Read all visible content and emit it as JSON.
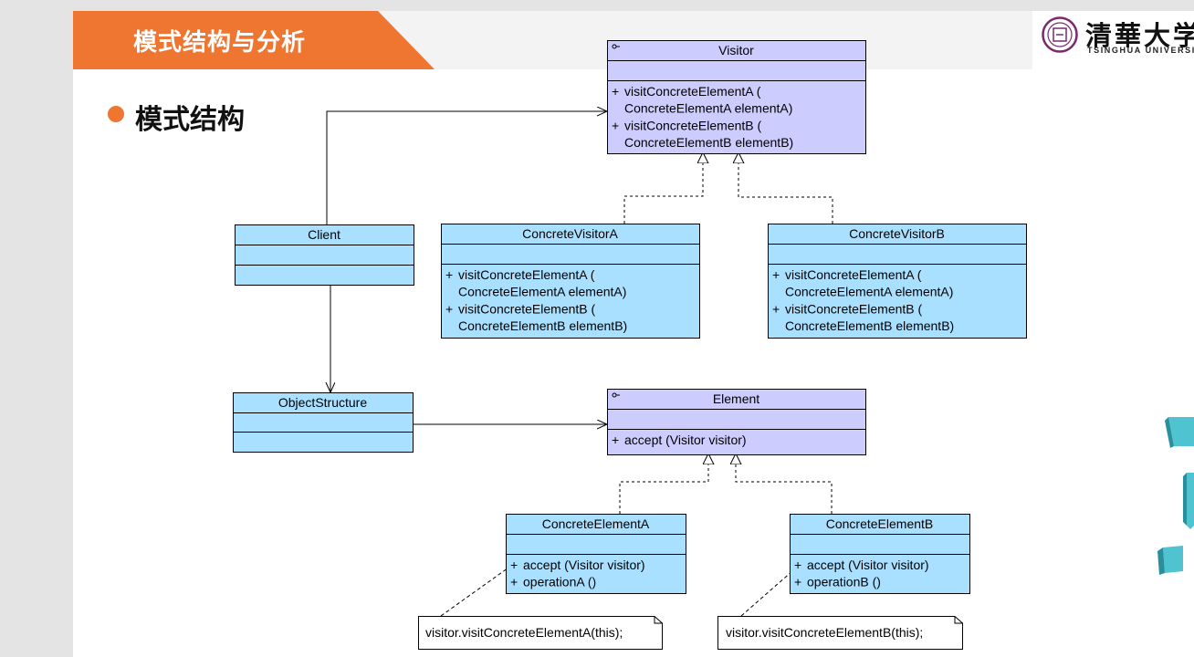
{
  "slide": {
    "title": "模式结构与分析",
    "bullet": "模式结构"
  },
  "logo": {
    "chinese": "清華大学出",
    "english": "TSINGHUA UNIVERSITY"
  },
  "colors": {
    "accent": "#ee7631",
    "abstract_class_fill": "#ccccff",
    "concrete_class_fill": "#aae0ff",
    "note_fill": "#ffffff",
    "teal_decoration": "#4fc3cf"
  },
  "diagram": {
    "classes": {
      "visitor": {
        "name": "Visitor",
        "abstract": true,
        "operations": [
          {
            "vis": "+",
            "lines": [
              "visitConcreteElementA (",
              "ConcreteElementA elementA)"
            ]
          },
          {
            "vis": "+",
            "lines": [
              "visitConcreteElementB (",
              "ConcreteElementB elementB)"
            ]
          }
        ]
      },
      "client": {
        "name": "Client",
        "abstract": false,
        "operations": []
      },
      "concrete_visitor_a": {
        "name": "ConcreteVisitorA",
        "abstract": false,
        "operations": [
          {
            "vis": "+",
            "lines": [
              "visitConcreteElementA (",
              "ConcreteElementA elementA)"
            ]
          },
          {
            "vis": "+",
            "lines": [
              "visitConcreteElementB (",
              "ConcreteElementB elementB)"
            ]
          }
        ]
      },
      "concrete_visitor_b": {
        "name": "ConcreteVisitorB",
        "abstract": false,
        "operations": [
          {
            "vis": "+",
            "lines": [
              "visitConcreteElementA (",
              "ConcreteElementA elementA)"
            ]
          },
          {
            "vis": "+",
            "lines": [
              "visitConcreteElementB (",
              "ConcreteElementB elementB)"
            ]
          }
        ]
      },
      "object_structure": {
        "name": "ObjectStructure",
        "abstract": false,
        "operations": []
      },
      "element": {
        "name": "Element",
        "abstract": true,
        "operations": [
          {
            "vis": "+",
            "lines": [
              "accept (Visitor visitor)"
            ]
          }
        ]
      },
      "concrete_element_a": {
        "name": "ConcreteElementA",
        "abstract": false,
        "operations": [
          {
            "vis": "+",
            "lines": [
              "accept (Visitor visitor)"
            ]
          },
          {
            "vis": "+",
            "lines": [
              "operationA ()"
            ]
          }
        ]
      },
      "concrete_element_b": {
        "name": "ConcreteElementB",
        "abstract": false,
        "operations": [
          {
            "vis": "+",
            "lines": [
              "accept (Visitor visitor)"
            ]
          },
          {
            "vis": "+",
            "lines": [
              "operationB ()"
            ]
          }
        ]
      }
    },
    "notes": {
      "note_a": "visitor.visitConcreteElementA(this);",
      "note_b": "visitor.visitConcreteElementB(this);"
    },
    "relations": [
      {
        "type": "association",
        "from": "client",
        "to": "visitor"
      },
      {
        "type": "association",
        "from": "client",
        "to": "object_structure"
      },
      {
        "type": "association",
        "from": "object_structure",
        "to": "element"
      },
      {
        "type": "realization",
        "from": "concrete_visitor_a",
        "to": "visitor"
      },
      {
        "type": "realization",
        "from": "concrete_visitor_b",
        "to": "visitor"
      },
      {
        "type": "realization",
        "from": "concrete_element_a",
        "to": "element"
      },
      {
        "type": "realization",
        "from": "concrete_element_b",
        "to": "element"
      },
      {
        "type": "note-anchor",
        "from": "note_a",
        "to": "concrete_element_a"
      },
      {
        "type": "note-anchor",
        "from": "note_b",
        "to": "concrete_element_b"
      }
    ]
  }
}
